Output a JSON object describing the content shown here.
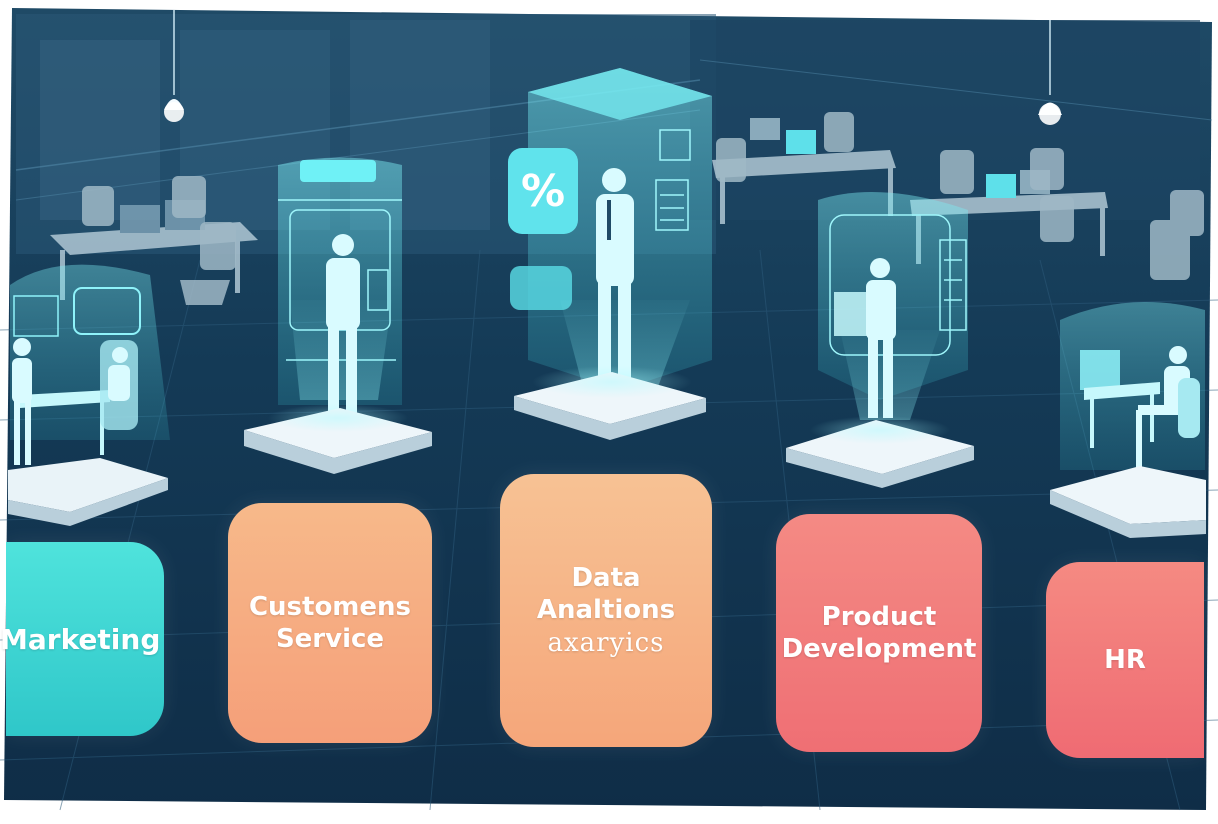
{
  "departments": [
    {
      "id": "marketing",
      "lines": [
        "Marketing"
      ],
      "color_top": "#4fe3dc",
      "color_bottom": "#2fc7c9"
    },
    {
      "id": "customer-service",
      "lines": [
        "Customens",
        "Service"
      ],
      "color_top": "#f7b98a",
      "color_bottom": "#f59f79"
    },
    {
      "id": "data-analytics",
      "lines": [
        "Data",
        "Analtions",
        "axaryics"
      ],
      "color_top": "#f7c294",
      "color_bottom": "#f5a67a"
    },
    {
      "id": "product-development",
      "lines": [
        "Product",
        "Development"
      ],
      "color_top": "#f48a84",
      "color_bottom": "#ef6f74"
    },
    {
      "id": "hr",
      "lines": [
        "HR"
      ],
      "color_top": "#f58a82",
      "color_bottom": "#ef6b73"
    }
  ],
  "hologram_badge": "%",
  "colors": {
    "background": "#143650",
    "hologram": "#6fe9f0",
    "platform": "#e9f3f8"
  },
  "icons": [
    "ceiling-lamp-icon",
    "desk-icon",
    "chair-icon",
    "monitor-icon",
    "person-silhouette-icon",
    "percent-icon"
  ]
}
